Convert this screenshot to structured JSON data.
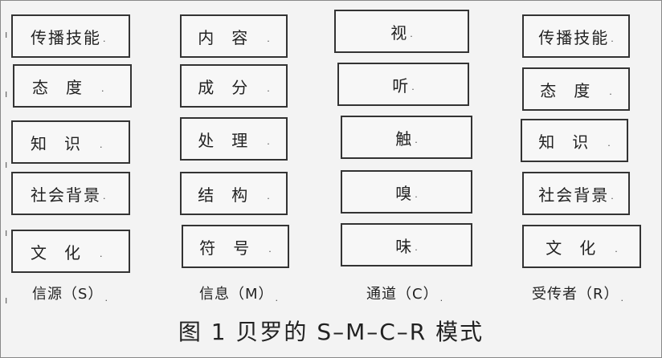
{
  "columns": {
    "source": {
      "items": [
        "传播技能",
        "态度",
        "知识",
        "社会背景",
        "文化"
      ],
      "label": "信源（S）"
    },
    "message": {
      "items": [
        "内容",
        "成分",
        "处理",
        "结构",
        "符号"
      ],
      "label": "信息（M）"
    },
    "channel": {
      "items": [
        "视",
        "听",
        "触",
        "嗅",
        "味"
      ],
      "label": "通道（C）"
    },
    "receiver": {
      "items": [
        "传播技能",
        "态度",
        "知识",
        "社会背景",
        "文化"
      ],
      "label": "受传者（R）"
    }
  },
  "caption": "图 1   贝罗的 S–M–C–R 模式",
  "marks": {
    "box_end": ".",
    "label_end": "."
  }
}
